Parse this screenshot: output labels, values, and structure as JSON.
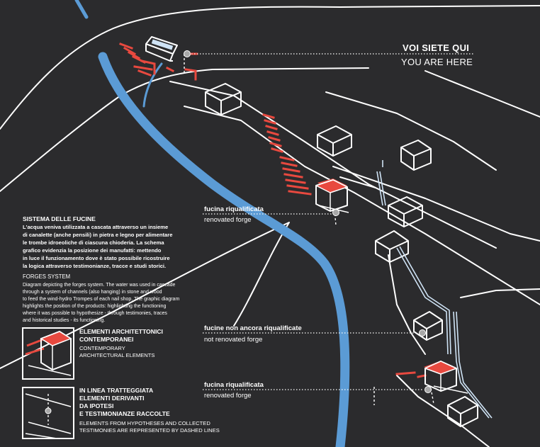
{
  "you_are_here": {
    "it": "VOI SIETE QUI",
    "en": "YOU ARE HERE"
  },
  "forges": [
    {
      "it": "fucina riqualificata",
      "en": "renovated forge"
    },
    {
      "it": "fucine non ancora riqualificate",
      "en": "not renovated forge"
    },
    {
      "it": "fucina riqualificata",
      "en": "renovated forge"
    }
  ],
  "legend": {
    "title_it": "SISTEMA DELLE FUCINE",
    "body_it": [
      "L'acqua veniva utilizzata a cascata attraverso un insieme",
      "di canalette (anche pensili) in pietra e legno per alimentare",
      "le trombe idroeoliche di ciascuna chioderia. La schema",
      "grafico evidenzia la posizione dei manufatti: mettendo",
      "in luce il funzionamento dove è stato possibile ricostruire",
      "la logica attraverso testimonianze, tracce e studi storici."
    ],
    "title_en": "FORGES SYSTEM",
    "body_en": [
      "Diagram depicting the forges system. The water was used in cascade",
      "through a system of channels (also hanging) in stone and wood",
      "to feed the wind-hydro Trompes of each nail shop. The graphic diagram",
      "highlights the position of the products: highlighting the functioning",
      "where it was possible to hypothesize - through testimonies, traces",
      "and historical studies - its functioning."
    ]
  },
  "key": [
    {
      "it": [
        "ELEMENTI ARCHITETTONICI",
        "CONTEMPORANEI"
      ],
      "en": [
        "CONTEMPORARY",
        "ARCHITECTURAL ELEMENTS"
      ]
    },
    {
      "it": [
        "IN LINEA TRATTEGGIATA",
        "ELEMENTI DERIVANTI",
        "DA IPOTESI",
        "E TESTIMONIANZE RACCOLTE"
      ],
      "en": [
        "ELEMENTS FROM HYPOTHESES AND COLLECTED",
        "TESTIMONIES ARE REPRESENTED BY DASHED LINES"
      ]
    }
  ],
  "colors": {
    "background": "#2b2b2d",
    "river": "#5b9bd5",
    "contemporary": "#e8493f",
    "line": "#ffffff",
    "marker": "#a8a8a8"
  }
}
